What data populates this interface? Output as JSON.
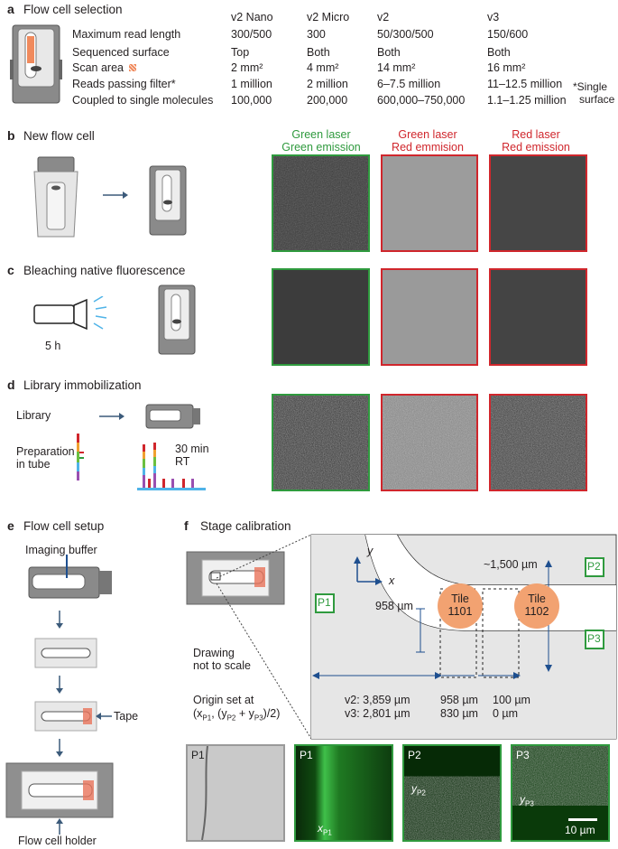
{
  "panel_a": {
    "letter": "a",
    "title": "Flow cell selection",
    "columns": [
      "v2 Nano",
      "v2 Micro",
      "v2",
      "v3"
    ],
    "rows": [
      {
        "label": "Maximum read length",
        "values": [
          "300/500",
          "300",
          "50/300/500",
          "150/600"
        ]
      },
      {
        "label": "Sequenced surface",
        "values": [
          "Top",
          "Both",
          "Both",
          "Both"
        ]
      },
      {
        "label": "Scan area",
        "values": [
          "2 mm²",
          "4 mm²",
          "14 mm²",
          "16 mm²"
        ]
      },
      {
        "label": "Reads passing filter*",
        "values": [
          "1 million",
          "2 million",
          "6–7.5 million",
          "11–12.5 million"
        ]
      },
      {
        "label": "Coupled to single molecules",
        "values": [
          "100,000",
          "200,000",
          "600,000–750,000",
          "1.1–1.25 million"
        ]
      }
    ],
    "footnote_1": "*Single",
    "footnote_2": "surface"
  },
  "channel_headers": [
    {
      "line1": "Green laser",
      "line2": "Green emission",
      "color": "#2f9a3e"
    },
    {
      "line1": "Green laser",
      "line2": "Red emmision",
      "color": "#d0262c"
    },
    {
      "line1": "Red laser",
      "line2": "Red emission",
      "color": "#d0262c"
    }
  ],
  "panel_b": {
    "letter": "b",
    "title": "New flow cell"
  },
  "panel_c": {
    "letter": "c",
    "title": "Bleaching native fluorescence",
    "duration": "5 h"
  },
  "panel_d": {
    "letter": "d",
    "title": "Library immobilization",
    "library": "Library",
    "prep_1": "Preparation",
    "prep_2": "in tube",
    "time": "30 min",
    "temp": "RT"
  },
  "panel_e": {
    "letter": "e",
    "title": "Flow cell setup",
    "buffer": "Imaging buffer",
    "tape": "Tape",
    "holder": "Flow cell holder"
  },
  "panel_f": {
    "letter": "f",
    "title": "Stage calibration",
    "axis_y": "y",
    "axis_x": "x",
    "dist_1500": "~1,500 µm",
    "dist_958": "958 µm",
    "tile_1101_a": "Tile",
    "tile_1101_b": "1101",
    "tile_1102_a": "Tile",
    "tile_1102_b": "1102",
    "p1": "P1",
    "p2": "P2",
    "p3": "P3",
    "drawing_1": "Drawing",
    "drawing_2": "not to scale",
    "origin_1": "Origin set at",
    "origin_2": "(x",
    "origin_sub_p1": "P1",
    "origin_3": ", (y",
    "origin_sub_p2": "P2",
    "origin_4": " + y",
    "origin_sub_p3": "P3",
    "origin_5": ")/2)",
    "v2_label": "v2: 3,859 µm",
    "v3_label": "v3: 2,801 µm",
    "v2_958": "958 µm",
    "v2_100": "100 µm",
    "v3_830": "830 µm",
    "v3_0": "0 µm",
    "img_labels": [
      "P1",
      "P1",
      "P2",
      "P3"
    ],
    "xp1": "x",
    "xp1_sub": "P1",
    "yp2": "y",
    "yp2_sub": "P2",
    "yp3": "y",
    "yp3_sub": "P3",
    "scalebar": "10 µm"
  }
}
